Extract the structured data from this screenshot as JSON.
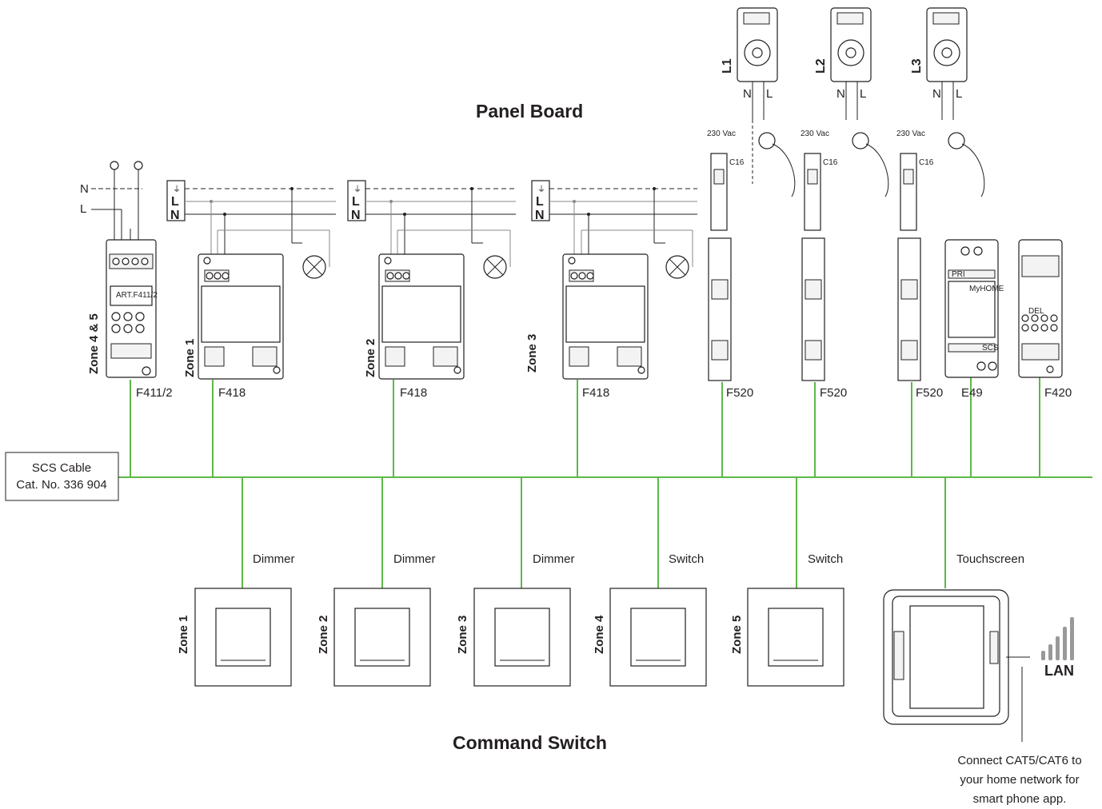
{
  "headings": {
    "panel_board": "Panel Board",
    "command_switch": "Command Switch"
  },
  "cable": {
    "line1": "SCS Cable",
    "line2": "Cat. No. 336 904"
  },
  "panel_devices": [
    {
      "model": "F411/2",
      "zone": "Zone 4 & 5"
    },
    {
      "model": "F418",
      "zone": "Zone 1"
    },
    {
      "model": "F418",
      "zone": "Zone 2"
    },
    {
      "model": "F418",
      "zone": "Zone 3"
    },
    {
      "model": "F520",
      "meter": "L1"
    },
    {
      "model": "F520",
      "meter": "L2"
    },
    {
      "model": "F520",
      "meter": "L3"
    },
    {
      "model": "E49"
    },
    {
      "model": "F420"
    }
  ],
  "wiring_labels": {
    "neutral": "N",
    "live": "L",
    "earth": "⏚",
    "voltage": "230 Vac",
    "breaker": "C16",
    "f411_art": "ART.F411/2",
    "e49_pri": "PRI",
    "e49_brand": "MyHOME",
    "e49_scs": "SCS",
    "f420_del": "DEL"
  },
  "switches": [
    {
      "zone": "Zone 1",
      "type": "Dimmer"
    },
    {
      "zone": "Zone 2",
      "type": "Dimmer"
    },
    {
      "zone": "Zone 3",
      "type": "Dimmer"
    },
    {
      "zone": "Zone 4",
      "type": "Switch"
    },
    {
      "zone": "Zone 5",
      "type": "Switch"
    }
  ],
  "touchscreen": {
    "label": "Touchscreen",
    "lan": "LAN",
    "note": [
      "Connect CAT5/CAT6 to",
      "your home network for",
      "smart phone app."
    ]
  },
  "colors": {
    "bus": "#5cb947",
    "line": "#231f20"
  }
}
